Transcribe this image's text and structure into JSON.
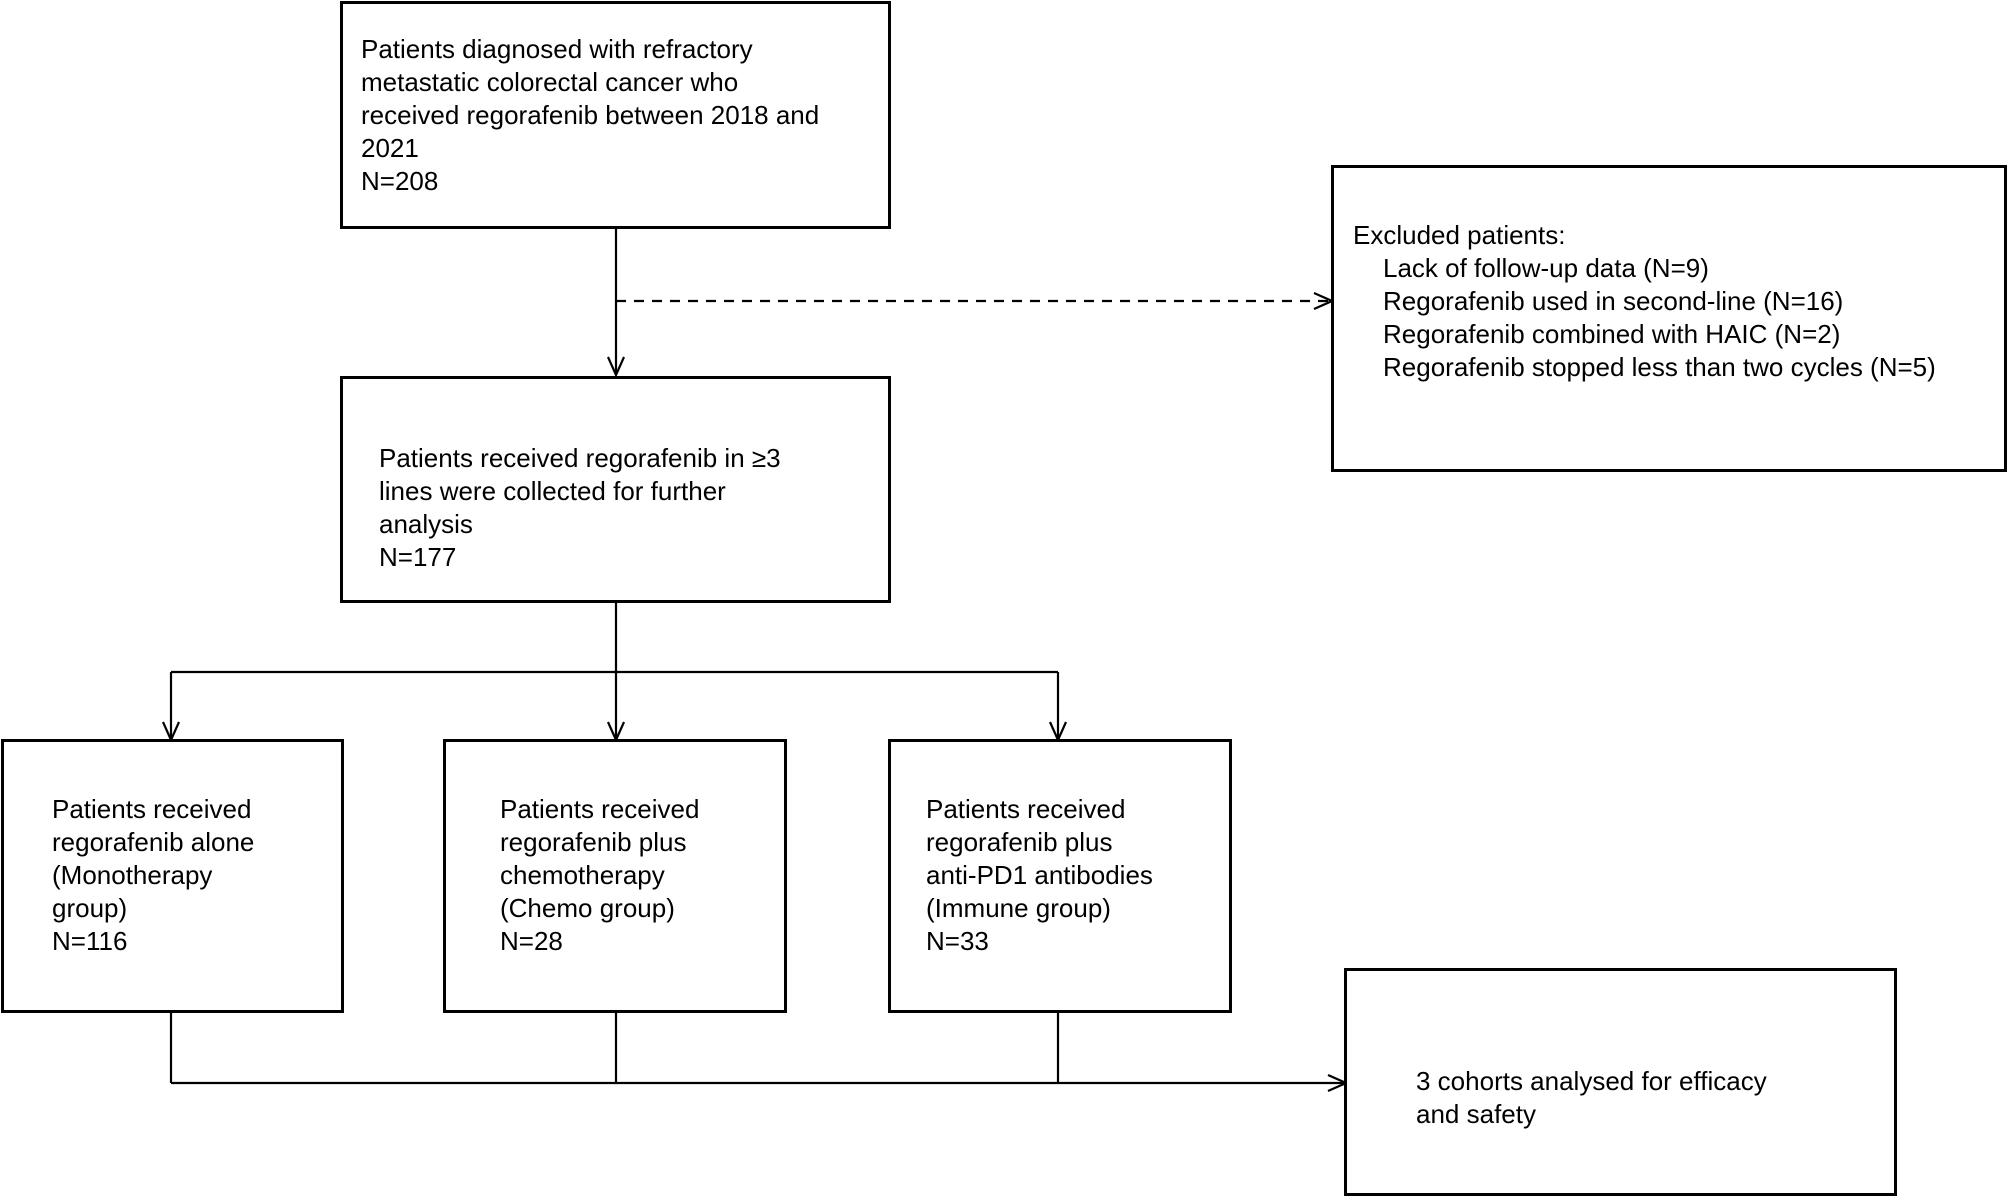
{
  "boxes": {
    "initial": {
      "lines": [
        "Patients diagnosed with refractory",
        "metastatic colorectal cancer who",
        "received regorafenib between 2018 and",
        "2021",
        "N=208"
      ]
    },
    "excluded": {
      "heading": "Excluded patients:",
      "items": [
        "Lack of follow-up data (N=9)",
        "Regorafenib used in second-line (N=16)",
        "Regorafenib combined with HAIC (N=2)",
        "Regorafenib stopped less than two cycles (N=5)"
      ]
    },
    "analysis": {
      "lines": [
        "Patients received regorafenib in ≥3",
        "lines were collected for further",
        "analysis",
        "N=177"
      ]
    },
    "monotherapy": {
      "lines": [
        "Patients received",
        "regorafenib alone",
        "(Monotherapy",
        "group)",
        "N=116"
      ]
    },
    "chemo": {
      "lines": [
        "Patients received",
        "regorafenib plus",
        "chemotherapy",
        "(Chemo group)",
        "N=28"
      ]
    },
    "immune": {
      "lines": [
        "Patients received",
        "regorafenib  plus",
        "anti-PD1 antibodies",
        "(Immune group)",
        "N=33"
      ]
    },
    "cohorts": {
      "lines": [
        "3 cohorts analysed for efficacy",
        "and safety"
      ]
    }
  }
}
